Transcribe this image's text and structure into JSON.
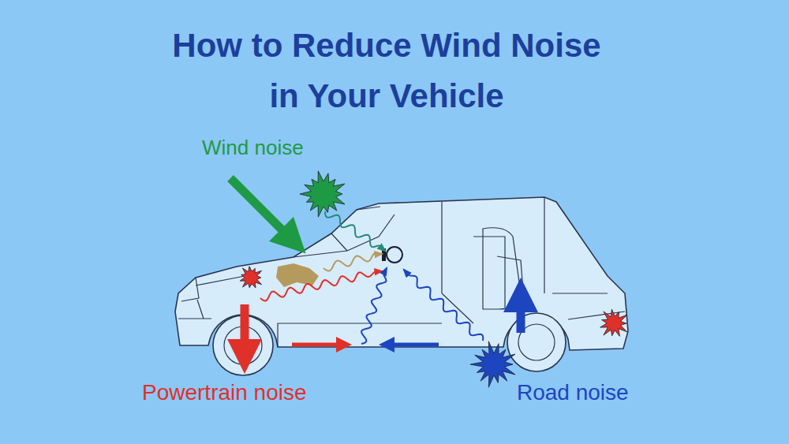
{
  "diagram": {
    "title": "How to Reduce Wind Noise in Your Vehicle",
    "labels": [
      "Wind noise",
      "Powertrain noise",
      "Road noise"
    ]
  }
}
